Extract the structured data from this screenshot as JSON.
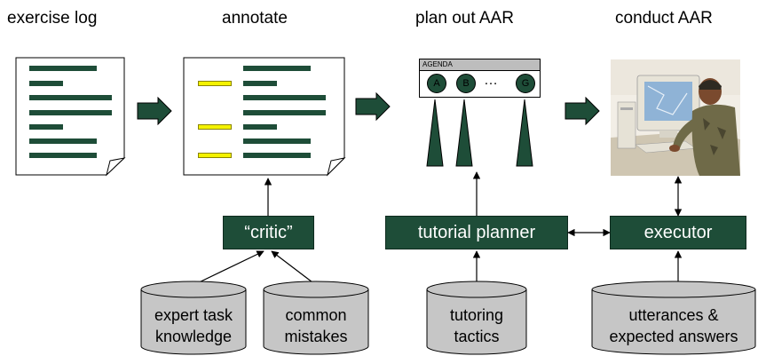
{
  "stages": {
    "exercise_log": "exercise log",
    "annotate": "annotate",
    "plan_out_aar": "plan out AAR",
    "conduct_aar": "conduct AAR"
  },
  "agenda": {
    "label": "AGENDA",
    "items": [
      "A",
      "B",
      "G"
    ],
    "ellipsis": "…"
  },
  "boxes": {
    "critic": "“critic”",
    "tutorial_planner": "tutorial planner",
    "executor": "executor"
  },
  "knowledge_sources": {
    "expert_task_knowledge": [
      "expert task",
      "knowledge"
    ],
    "common_mistakes": [
      "common",
      "mistakes"
    ],
    "tutoring_tactics": [
      "tutoring",
      "tactics"
    ],
    "utterances": [
      "utterances &",
      "expected answers"
    ]
  },
  "colors": {
    "dark_green": "#1e4d38",
    "yellow": "#f4f200",
    "cylinder_gray": "#c6c6c6"
  }
}
